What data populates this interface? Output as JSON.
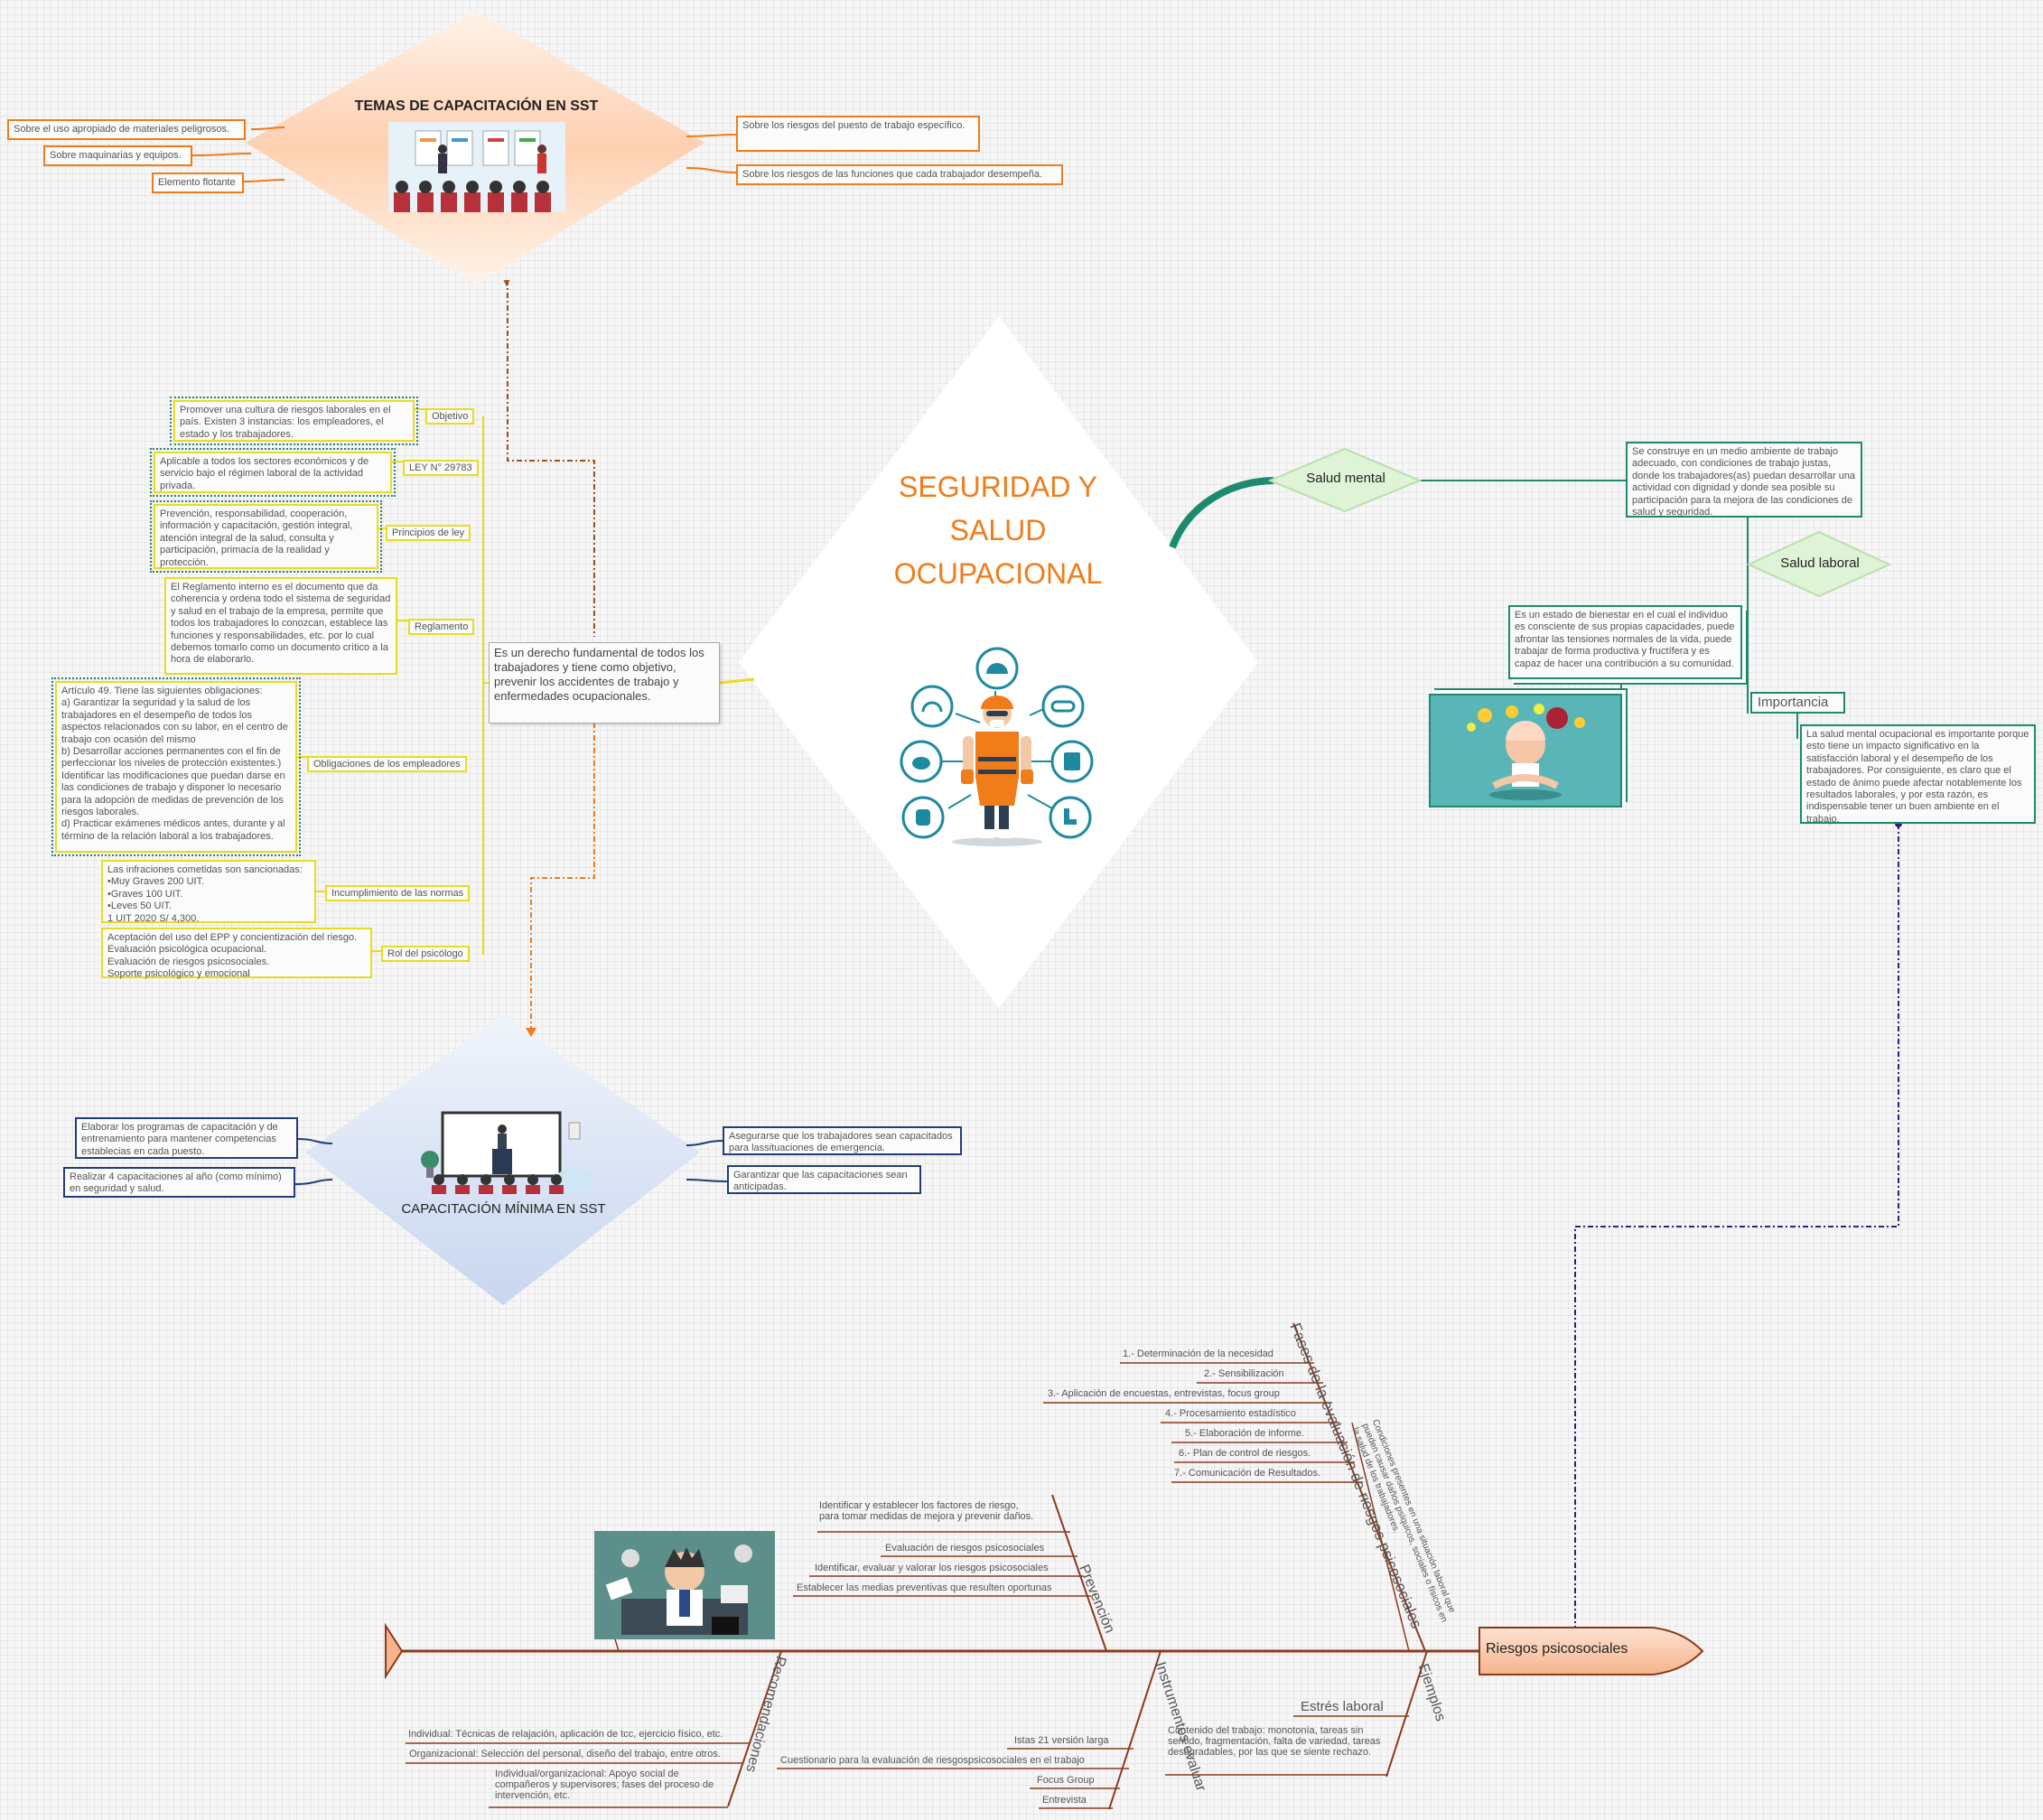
{
  "center": {
    "title_lines": [
      "SEGURIDAD Y",
      "SALUD",
      "OCUPACIONAL"
    ],
    "definition": "Es un derecho fundamental de todos los trabajadores y tiene como objetivo, prevenir los accidentes de trabajo y enfermedades ocupacionales."
  },
  "temas": {
    "title": "TEMAS DE CAPACITACIÓN EN SST",
    "left": [
      "Sobre el uso apropiado de materiales peligrosos.",
      "Sobre maquinarias y equipos.",
      "Elemento flotante"
    ],
    "right": [
      "Sobre los riesgos del puesto de trabajo específico.",
      "Sobre los riesgos de las funciones que cada trabajador desempeña."
    ]
  },
  "capacitacion": {
    "title": "CAPACITACIÓN MÍNIMA EN SST",
    "left": [
      "Elaborar los programas de capacitación y de entrenamiento para mantener competencias establecias en cada puesto.",
      "Realizar 4 capacitaciones al año (como mínimo) en seguridad y salud."
    ],
    "right": [
      "Asegurarse que los trabajadores sean capacitados para lassituaciones de emergencia.",
      "Garantizar que las capacitaciones sean anticipadas."
    ]
  },
  "ley": {
    "tags": [
      "Objetivo",
      "LEY N° 29783",
      "Principios de ley",
      "Reglamento",
      "Obligaciones de los empleadores",
      "Incumplimiento de las normas",
      "Rol del psicólogo"
    ],
    "objetivo": "Promover una cultura de riesgos laborales en el país. Existen 3 instancias: los empleadores, el estado y los trabajadores.",
    "ley": "Aplicable a todos los sectores económicos y de servicio bajo el régimen laboral de la actividad privada.",
    "principios": "Prevención, responsabilidad, cooperación, información y capacitación, gestión integral, atención integral de la salud, consulta y participación, primacía de la realidad y protección.",
    "reglamento": "El Reglamento interno es el documento que da coherencia y ordena todo el sistema de seguridad y salud en el trabajo de la empresa, permite que todos los trabajadores lo conozcan, establece las funciones y responsabilidades, etc. por lo cual debemos tomarlo como un documento crítico a la hora de elaborarlo.",
    "obligaciones": "Artículo 49. Tiene las siguientes obligaciones:\n a) Garantizar la seguridad y la salud de los trabajadores en el desempeño de todos los aspectos relacionados con su labor, en el centro de trabajo con ocasión del mismo\nb) Desarrollar acciones permanentes con el fin de perfeccionar los niveles de protección existentes.) Identificar las modificaciones que puedan darse en las condiciones de trabajo y disponer lo necesario para la adopción de medidas de prevención de los riesgos laborales.\nd) Practicar exámenes médicos antes, durante y al término de la relación laboral a los trabajadores.",
    "incumplimiento": "Las infraciones cometidas son sancionadas:\n•Muy Graves 200 UIT.\n•Graves 100 UIT.\n•Leves 50 UIT.\n1 UIT 2020 S/ 4,300.",
    "rol": "Aceptación del uso del EPP y concientización del riesgo.\nEvaluación psicológica ocupacional.\nEvaluación de riesgos psicosociales.\nSoporte psicológico y emocional"
  },
  "salud": {
    "mental": "Salud mental",
    "laboral": "Salud laboral",
    "importancia": "Importancia",
    "mental_text": "Se construye en un medio ambiente de trabajo adecuado, con condiciones de trabajo justas, donde los trabajadores(as) puedan desarrollar una actividad con dignidad y donde sea posible su participación para la mejora de las condiciones de salud y seguridad.",
    "laboral_text": "Es un estado de bienestar en el cual el individuo es consciente de sus propias capacidades, puede afrontar las tensiones normales de la vida, puede trabajar de forma productiva y fructífera y es capaz de hacer una contribución a su comunidad.",
    "importancia_text": "La salud mental ocupacional es importante porque esto tiene un impacto significativo en la satisfacción laboral y el desempeño de los trabajadores. Por consiguiente, es claro que el estado de ánimo puede afectar notablemente los resultados laborales, y por esta razón, es indispensable tener un buen ambiente en el trabajo."
  },
  "fishbone": {
    "head": "Riesgos psicosociales",
    "fases_title": "Fases de la evaluación de riesgos psicosociales",
    "fases": [
      "1.- Determinación de la necesidad",
      "2.- Sensibilización",
      "3.- Aplicación de encuestas, entrevistas, focus group",
      "4.- Procesamiento estadístico",
      "5.- Elaboración de informe.",
      "6.- Plan de control de riesgos.",
      "7.- Comunicación de Resultados."
    ],
    "condiciones": "Condiciones presentes en una situación laboral que pueden causar daños psíquicos, sociales o físicos en la salud de los trabajadores.",
    "prevencion_title": "Prevención",
    "prevencion": [
      "Identificar y establecer los factores de riesgo, para tomar medidas de mejora y prevenir daños.",
      "Evaluación de riesgos psicosociales",
      "Identificar, evaluar y valorar los riesgos psicosociales",
      "Establecer las medias preventivas que resulten oportunas"
    ],
    "ejemplos_title": "Ejemplos",
    "estres": "Estrés laboral",
    "estres_text": "Contenido del trabajo: monotonía, tareas sin sentido, fragmentación, falta de variedad, tareas desagradables, por las que se siente rechazo.",
    "instrumentos_title": "Instrumentos evaluar",
    "instrumentos": [
      "Istas 21 versión larga",
      "Cuestionario para la evaluación de riesgospsicosociales en el trabajo",
      "Focus Group",
      "Entrevista"
    ],
    "recomendaciones_title": "Recomendaciones",
    "recomendaciones": [
      "Individual: Técnicas de relajación, aplicación de tcc, ejercicio físico, etc.",
      "Organizacional: Selección del personal, diseño del trabajo, entre otros.",
      "Individual/organizacional: Apoyo social de compañeros y supervisores; fases del proceso de intervención, etc."
    ]
  },
  "colors": {
    "orange": "#f07c1a",
    "teal": "#1d8a6f",
    "navy": "#1f3e7a",
    "yellow": "#e7dd1d",
    "brown": "#8b3a1e"
  }
}
